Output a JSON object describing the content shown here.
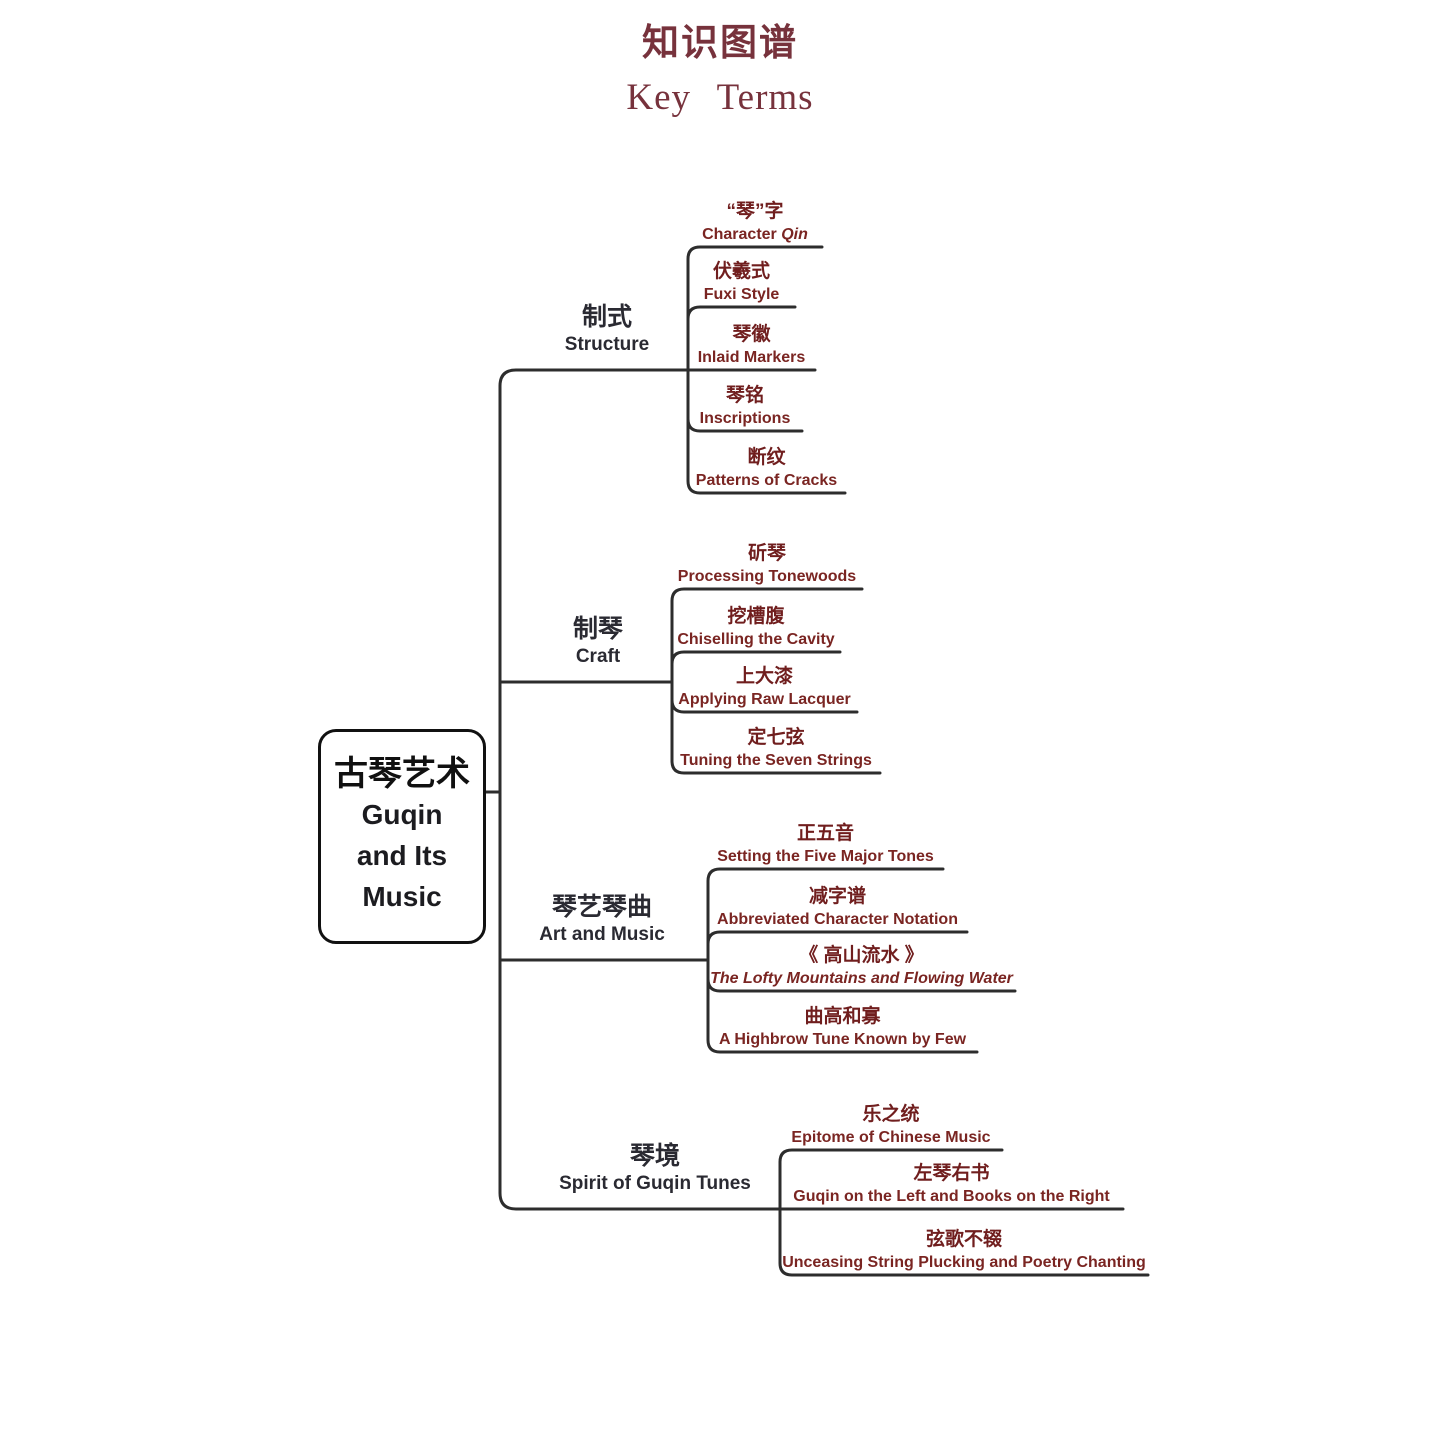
{
  "title": {
    "zh": "知识图谱",
    "en": "Key Terms"
  },
  "root": {
    "zh": "古琴艺术",
    "en_lines": [
      "Guqin",
      "and Its",
      "Music"
    ]
  },
  "colors": {
    "title_maroon": "#77323c",
    "leaf_maroon": "#7a2522",
    "line_dark": "#2d2d2d",
    "branch_label": "#2a2a32",
    "background": "#ffffff"
  },
  "branches": [
    {
      "zh": "制式",
      "en": "Structure",
      "children": [
        {
          "zh": "“琴”字",
          "en_pre": "Character ",
          "en_em": "Qin"
        },
        {
          "zh": "伏羲式",
          "en": "Fuxi Style"
        },
        {
          "zh": "琴徽",
          "en": "Inlaid Markers"
        },
        {
          "zh": "琴铭",
          "en": "Inscriptions"
        },
        {
          "zh": "断纹",
          "en": "Patterns of Cracks"
        }
      ]
    },
    {
      "zh": "制琴",
      "en": "Craft",
      "children": [
        {
          "zh": "斫琴",
          "en": "Processing Tonewoods"
        },
        {
          "zh": "挖槽腹",
          "en": "Chiselling the Cavity"
        },
        {
          "zh": "上大漆",
          "en": "Applying Raw Lacquer"
        },
        {
          "zh": "定七弦",
          "en": "Tuning the Seven Strings"
        }
      ]
    },
    {
      "zh": "琴艺琴曲",
      "en": "Art and Music",
      "children": [
        {
          "zh": "正五音",
          "en": "Setting the Five Major Tones"
        },
        {
          "zh": "减字谱",
          "en": "Abbreviated Character Notation"
        },
        {
          "zh": "《 高山流水 》",
          "en": "The Lofty Mountains and Flowing Water",
          "italic": true
        },
        {
          "zh": "曲高和寡",
          "en": "A Highbrow Tune Known by Few"
        }
      ]
    },
    {
      "zh": "琴境",
      "en": "Spirit of Guqin Tunes",
      "children": [
        {
          "zh": "乐之统",
          "en": "Epitome of Chinese Music"
        },
        {
          "zh": "左琴右书",
          "en": "Guqin on the Left and Books on the Right"
        },
        {
          "zh": "弦歌不辍",
          "en": "Unceasing String Plucking and Poetry Chanting"
        }
      ]
    }
  ]
}
